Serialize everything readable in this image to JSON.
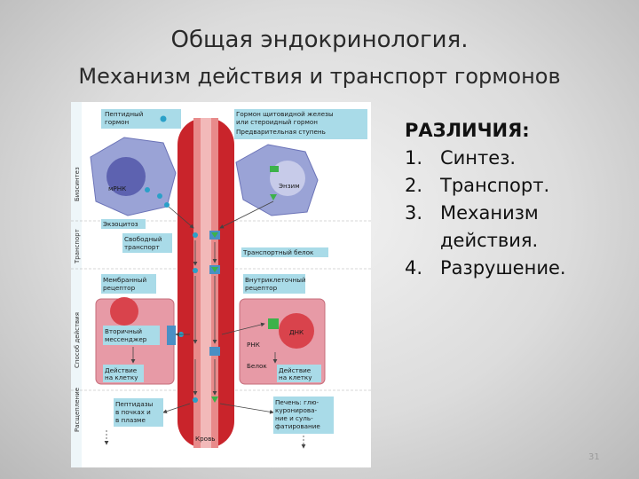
{
  "slide": {
    "title_line1": "Общая эндокринология.",
    "title_line2": "Механизм действия и транспорт гормонов",
    "differences": {
      "heading": "РАЗЛИЧИЯ:",
      "items": [
        {
          "num": "1.",
          "line1": "Синтез.",
          "line2": ""
        },
        {
          "num": "2.",
          "line1": "Транспорт.",
          "line2": ""
        },
        {
          "num": "3.",
          "line1": "Механизм",
          "line2": "действия."
        },
        {
          "num": "4.",
          "line1": "Разрушение.",
          "line2": ""
        }
      ]
    },
    "page_number": "31"
  },
  "diagram": {
    "side_labels": {
      "biosynthesis": "Биосинтез",
      "transport": "Транспорт",
      "mechanism": "Способ действия",
      "degradation": "Расщепление"
    },
    "labels": {
      "peptide_hormone_1": "Пептидный",
      "peptide_hormone_2": "гормон",
      "thyroid_1": "Гормон щитовидной железы",
      "thyroid_2": "или стероидный гормон",
      "thyroid_3": "Предварительная ступень",
      "mrna": "мРНК",
      "enzyme": "Энзим",
      "exocytosis": "Экзоцитоз",
      "free_transport_1": "Свободный",
      "free_transport_2": "транспорт",
      "transport_protein": "Транспортный белок",
      "membrane_receptor_1": "Мембранный",
      "membrane_receptor_2": "рецептор",
      "intracellular_receptor_1": "Внутриклеточный",
      "intracellular_receptor_2": "рецептор",
      "second_messenger_1": "Вторичный",
      "second_messenger_2": "мессенджер",
      "rna": "РНК",
      "dna": "ДНК",
      "protein": "Белок",
      "action_cell_left_1": "Действие",
      "action_cell_left_2": "на клетку",
      "action_cell_right_1": "Действие",
      "action_cell_right_2": "на клетку",
      "peptidases_1": "Пептидазы",
      "peptidases_2": "в почках и",
      "peptidases_3": "в плазме",
      "liver_1": "Печень: глю-",
      "liver_2": "куронирова-",
      "liver_3": "ние и суль-",
      "liver_4": "фатирование",
      "blood": "Кровь"
    },
    "colors": {
      "vessel": "#c9242b",
      "vessel_light": "#e88a8a",
      "cell_blue": "#9aa3d6",
      "cell_pink": "#e79aa6",
      "nucleus_blue": "#5d62b0",
      "nucleus_red": "#d9434c",
      "label_box": "#a9dbe8",
      "hormone_peptide": "#2aa0c8",
      "hormone_steroid": "#3cb24a"
    }
  }
}
